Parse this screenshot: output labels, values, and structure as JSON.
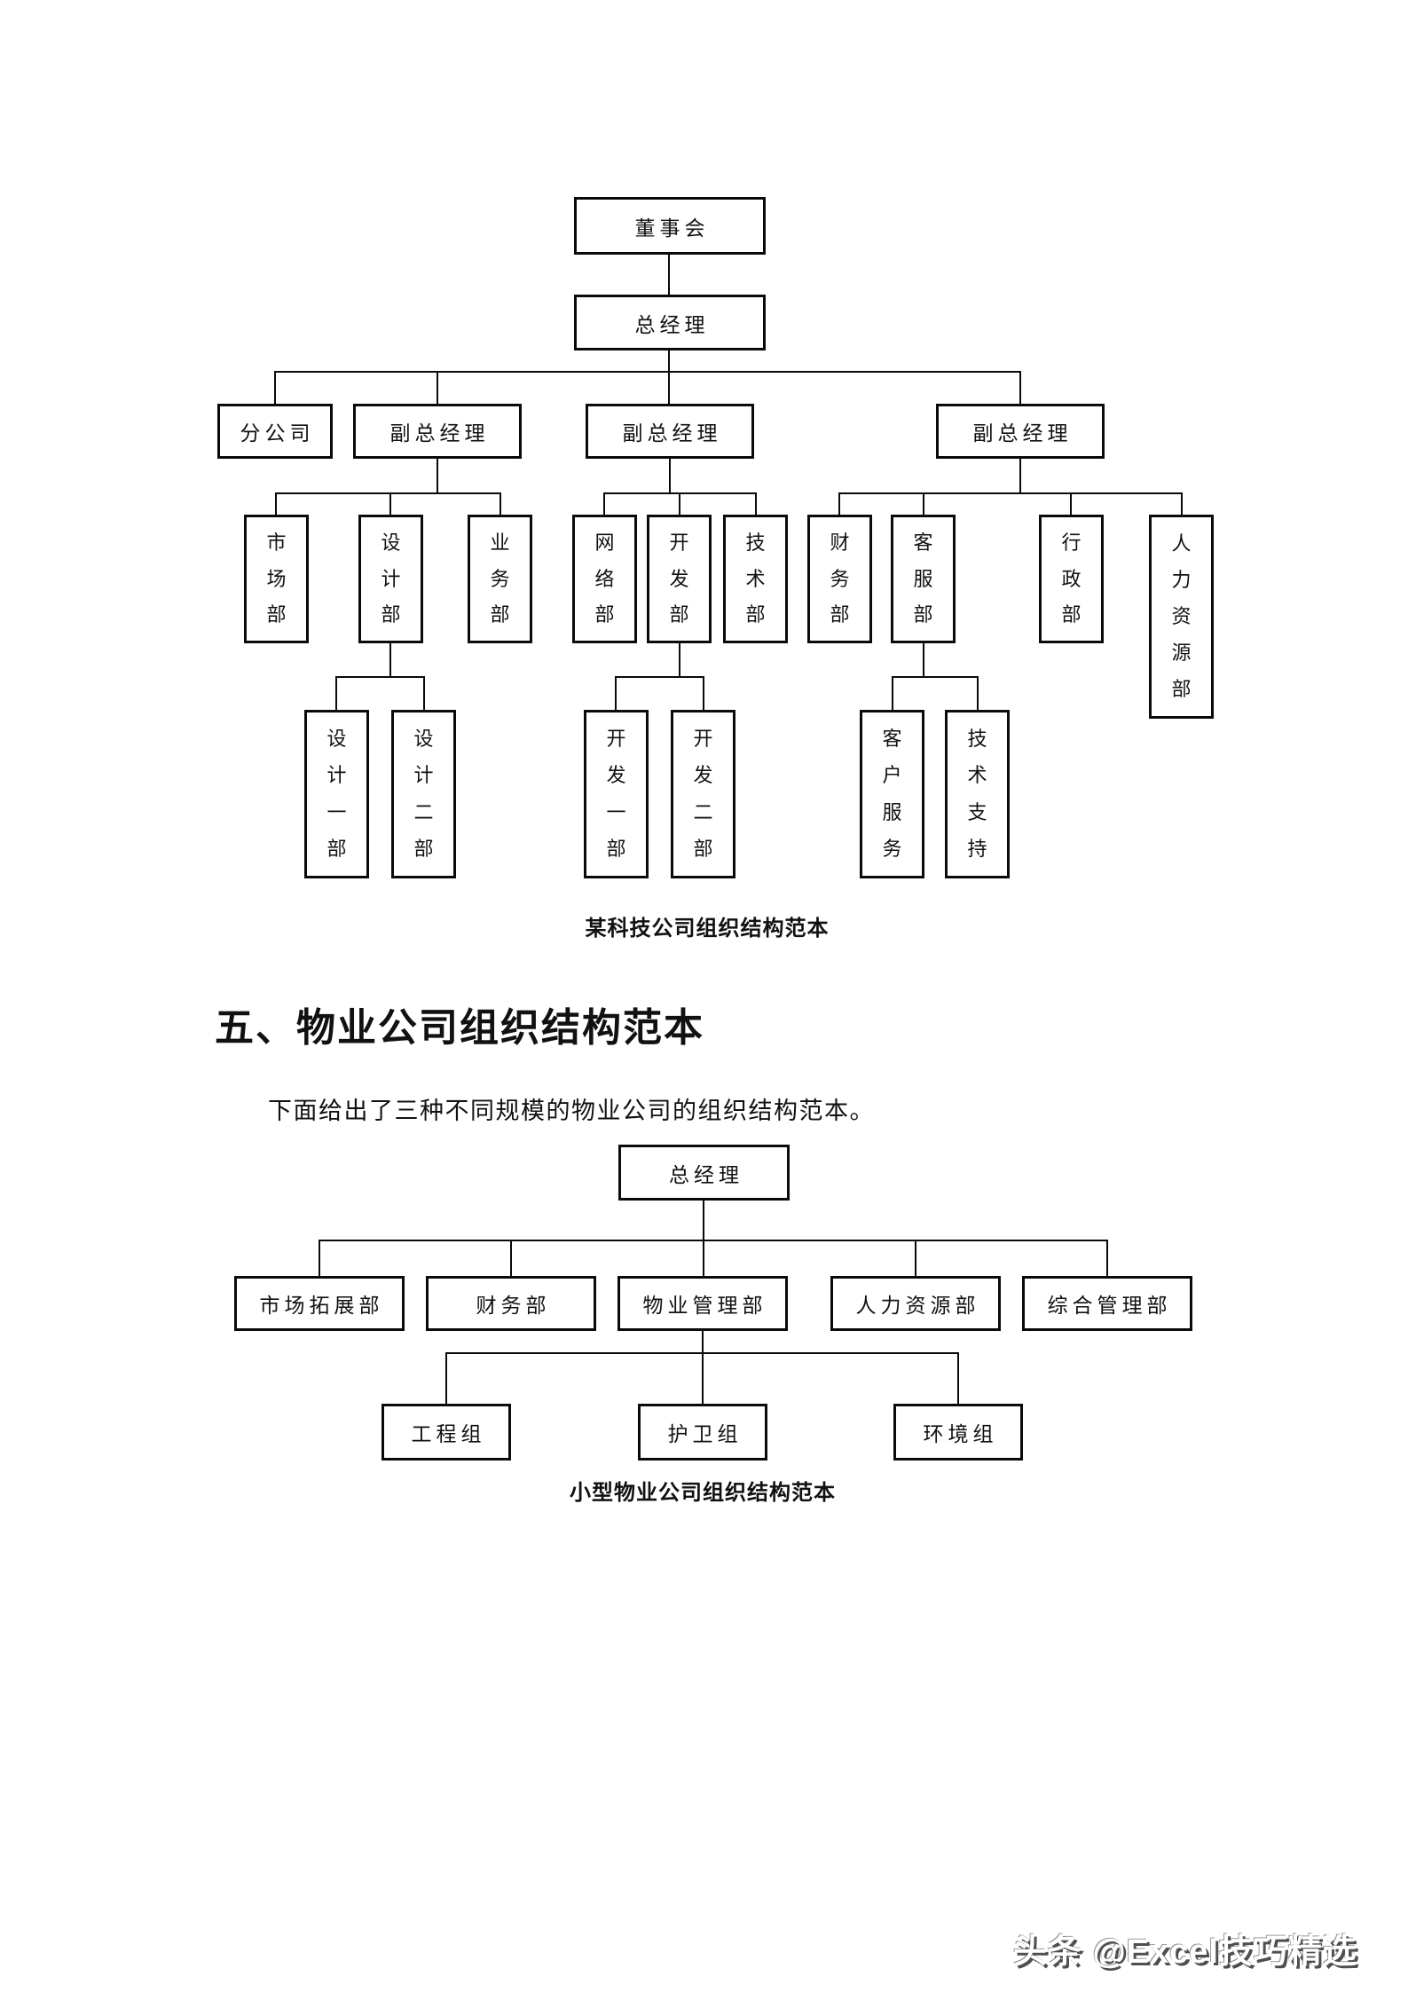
{
  "document": {
    "section_heading": "五、物业公司组织结构范本",
    "intro_paragraph": "下面给出了三种不同规模的物业公司的组织结构范本。",
    "watermark": "头条 @Excel技巧精选"
  },
  "chart1": {
    "caption": "某科技公司组织结构范本",
    "nodes": {
      "board": "董事会",
      "general_manager": "总经理",
      "branch_company": "分公司",
      "deputy_gm_1": "副总经理",
      "deputy_gm_2": "副总经理",
      "deputy_gm_3": "副总经理",
      "marketing_dept": "市场部",
      "design_dept": "设计部",
      "business_dept": "业务部",
      "network_dept": "网络部",
      "development_dept": "开发部",
      "technology_dept": "技术部",
      "finance_dept": "财务部",
      "customer_service_dept": "客服部",
      "administration_dept": "行政部",
      "human_resources_dept": "人力资源部",
      "design_div_1": "设计一部",
      "design_div_2": "设计二部",
      "development_div_1": "开发一部",
      "development_div_2": "开发二部",
      "customer_service": "客户服务",
      "tech_support": "技术支持"
    }
  },
  "chart2": {
    "caption": "小型物业公司组织结构范本",
    "nodes": {
      "general_manager": "总经理",
      "market_expansion_dept": "市场拓展部",
      "finance_dept": "财务部",
      "property_management_dept": "物业管理部",
      "human_resources_dept": "人力资源部",
      "general_management_dept": "综合管理部",
      "engineering_team": "工程组",
      "guard_team": "护卫组",
      "environment_team": "环境组"
    }
  }
}
